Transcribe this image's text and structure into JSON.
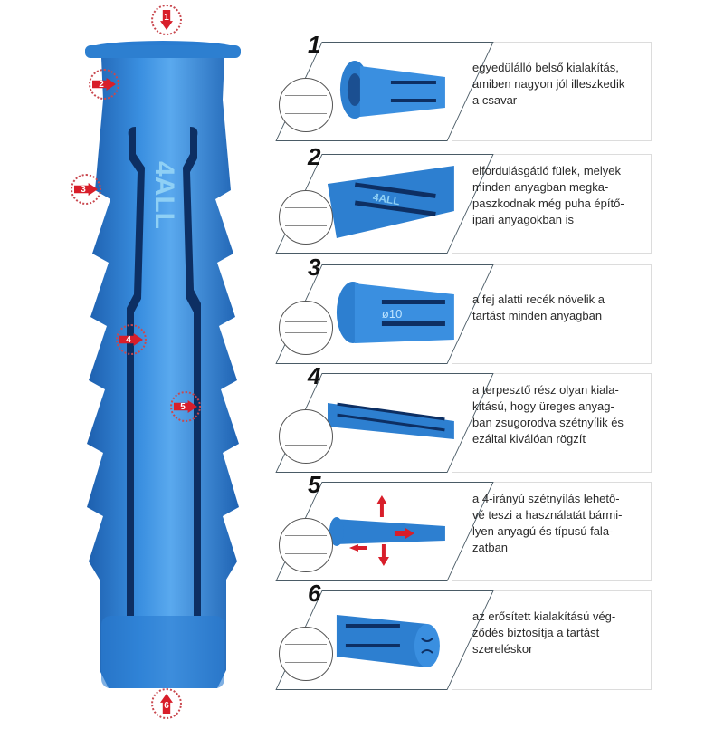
{
  "product": {
    "name": "wall plug anchor",
    "brand_logo": "4ALL",
    "color": "#2d7fd0",
    "color_dark": "#1b4f91",
    "accent_red": "#d81e2a"
  },
  "callouts": [
    {
      "number": "1",
      "direction": "down"
    },
    {
      "number": "2",
      "direction": "right"
    },
    {
      "number": "3",
      "direction": "right"
    },
    {
      "number": "4",
      "direction": "right"
    },
    {
      "number": "5",
      "direction": "right"
    },
    {
      "number": "6",
      "direction": "up"
    }
  ],
  "features": [
    {
      "number": "1",
      "description": "egyedülálló belső kialakítás, amiben nagyon jól illeszkedik a csavar",
      "lines": [
        "egyedülálló belső kialakítás,",
        "amiben nagyon jól illeszkedik",
        "a csavar"
      ]
    },
    {
      "number": "2",
      "description": "elfordulásgátló fülek, melyek minden anyagban megkapaszkodnak még puha építőipari anyagokban is",
      "lines": [
        "elfordulásgátló fülek, melyek",
        "minden anyagban megka-",
        "paszkodnak még puha építő-",
        "ipari anyagokban is"
      ]
    },
    {
      "number": "3",
      "description": "a fej alatti recék növelik a tartást minden anyagban",
      "lines": [
        "a fej alatti recék növelik a",
        "tartást minden anyagban"
      ],
      "label_on_image": "ø10"
    },
    {
      "number": "4",
      "description": "a terpesztő rész olyan kialakítású, hogy üreges anyagban zsugorodva szétnyílik és ezáltal kiválóan rögzít",
      "lines": [
        "a terpesztő rész olyan kiala-",
        "kítású, hogy üreges anyag-",
        "ban zsugorodva szétnyílik és",
        "ezáltal kiválóan rögzít"
      ]
    },
    {
      "number": "5",
      "description": "a 4-irányú szétnyílás lehetővé teszi a használatát bármilyen anyagú és típusú falazatban",
      "lines": [
        "a 4-irányú szétnyílás lehető-",
        "vé teszi a használatát bármi-",
        "lyen anyagú és típusú fala-",
        "zatban"
      ]
    },
    {
      "number": "6",
      "description": "az erősített kialakítású végződés biztosítja a tartást szereléskor",
      "lines": [
        "az erősített kialakítású vég-",
        "ződés biztosítja a tartást",
        "szereléskor"
      ]
    }
  ]
}
